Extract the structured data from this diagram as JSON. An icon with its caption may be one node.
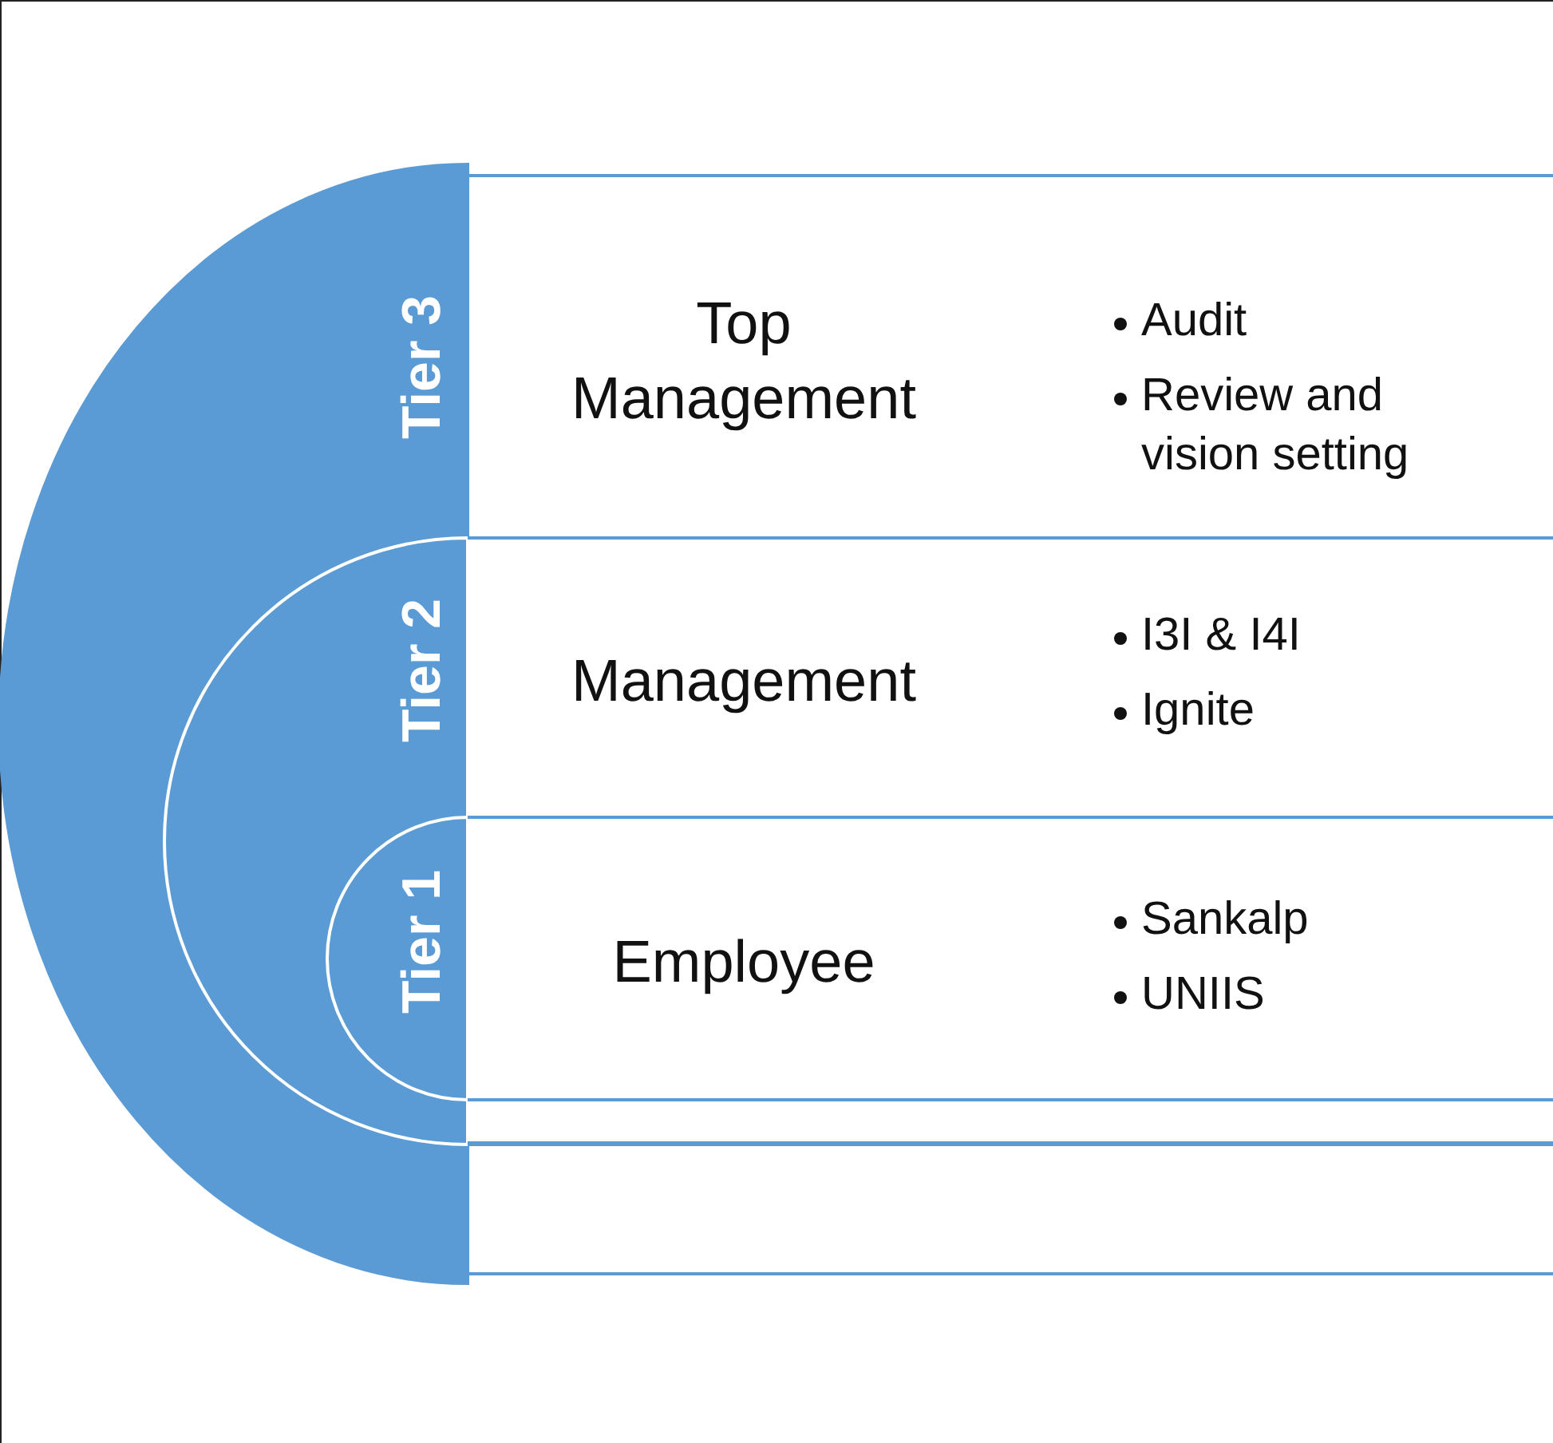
{
  "diagram": {
    "nodes": [
      {
        "text": [
          "Tier 3"
        ]
      },
      {
        "text": [
          "Tier 2"
        ],
        "in": 0
      },
      {
        "text": [
          "Tier 1"
        ],
        "in": 1
      },
      {
        "text": [
          "Top Management",
          "Audit",
          "Review and vision setting"
        ]
      },
      {
        "text": [
          "Management",
          "I3I & I4I",
          "Ignite"
        ]
      },
      {
        "text": [
          "Employee",
          "Sankalp",
          "UNIIS"
        ]
      },
      {
        "text": [],
        "shape": "box"
      },
      {
        "text": [],
        "shape": "box"
      }
    ]
  }
}
